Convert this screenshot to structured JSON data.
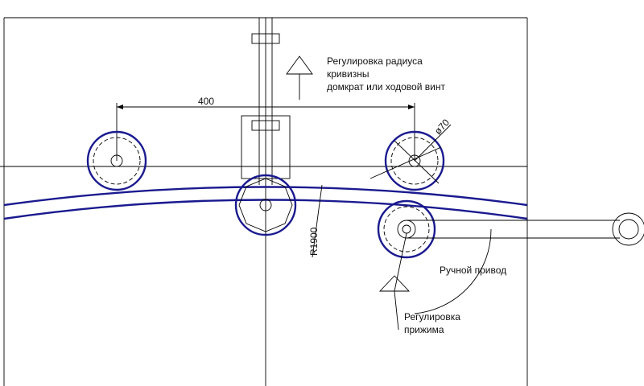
{
  "labels": {
    "radius_adjust_1": "Регулировка радиуса",
    "radius_adjust_2": "кривизны",
    "radius_adjust_3": "домкрат или ходовой винт",
    "span": "400",
    "diameter": "ø70",
    "radius": "R1900",
    "manual_drive": "Ручной привод",
    "pressure_adjust_1": "Регулировка",
    "pressure_adjust_2": "прижима"
  },
  "colors": {
    "line": "#000000",
    "roller": "#1a1a8f"
  }
}
